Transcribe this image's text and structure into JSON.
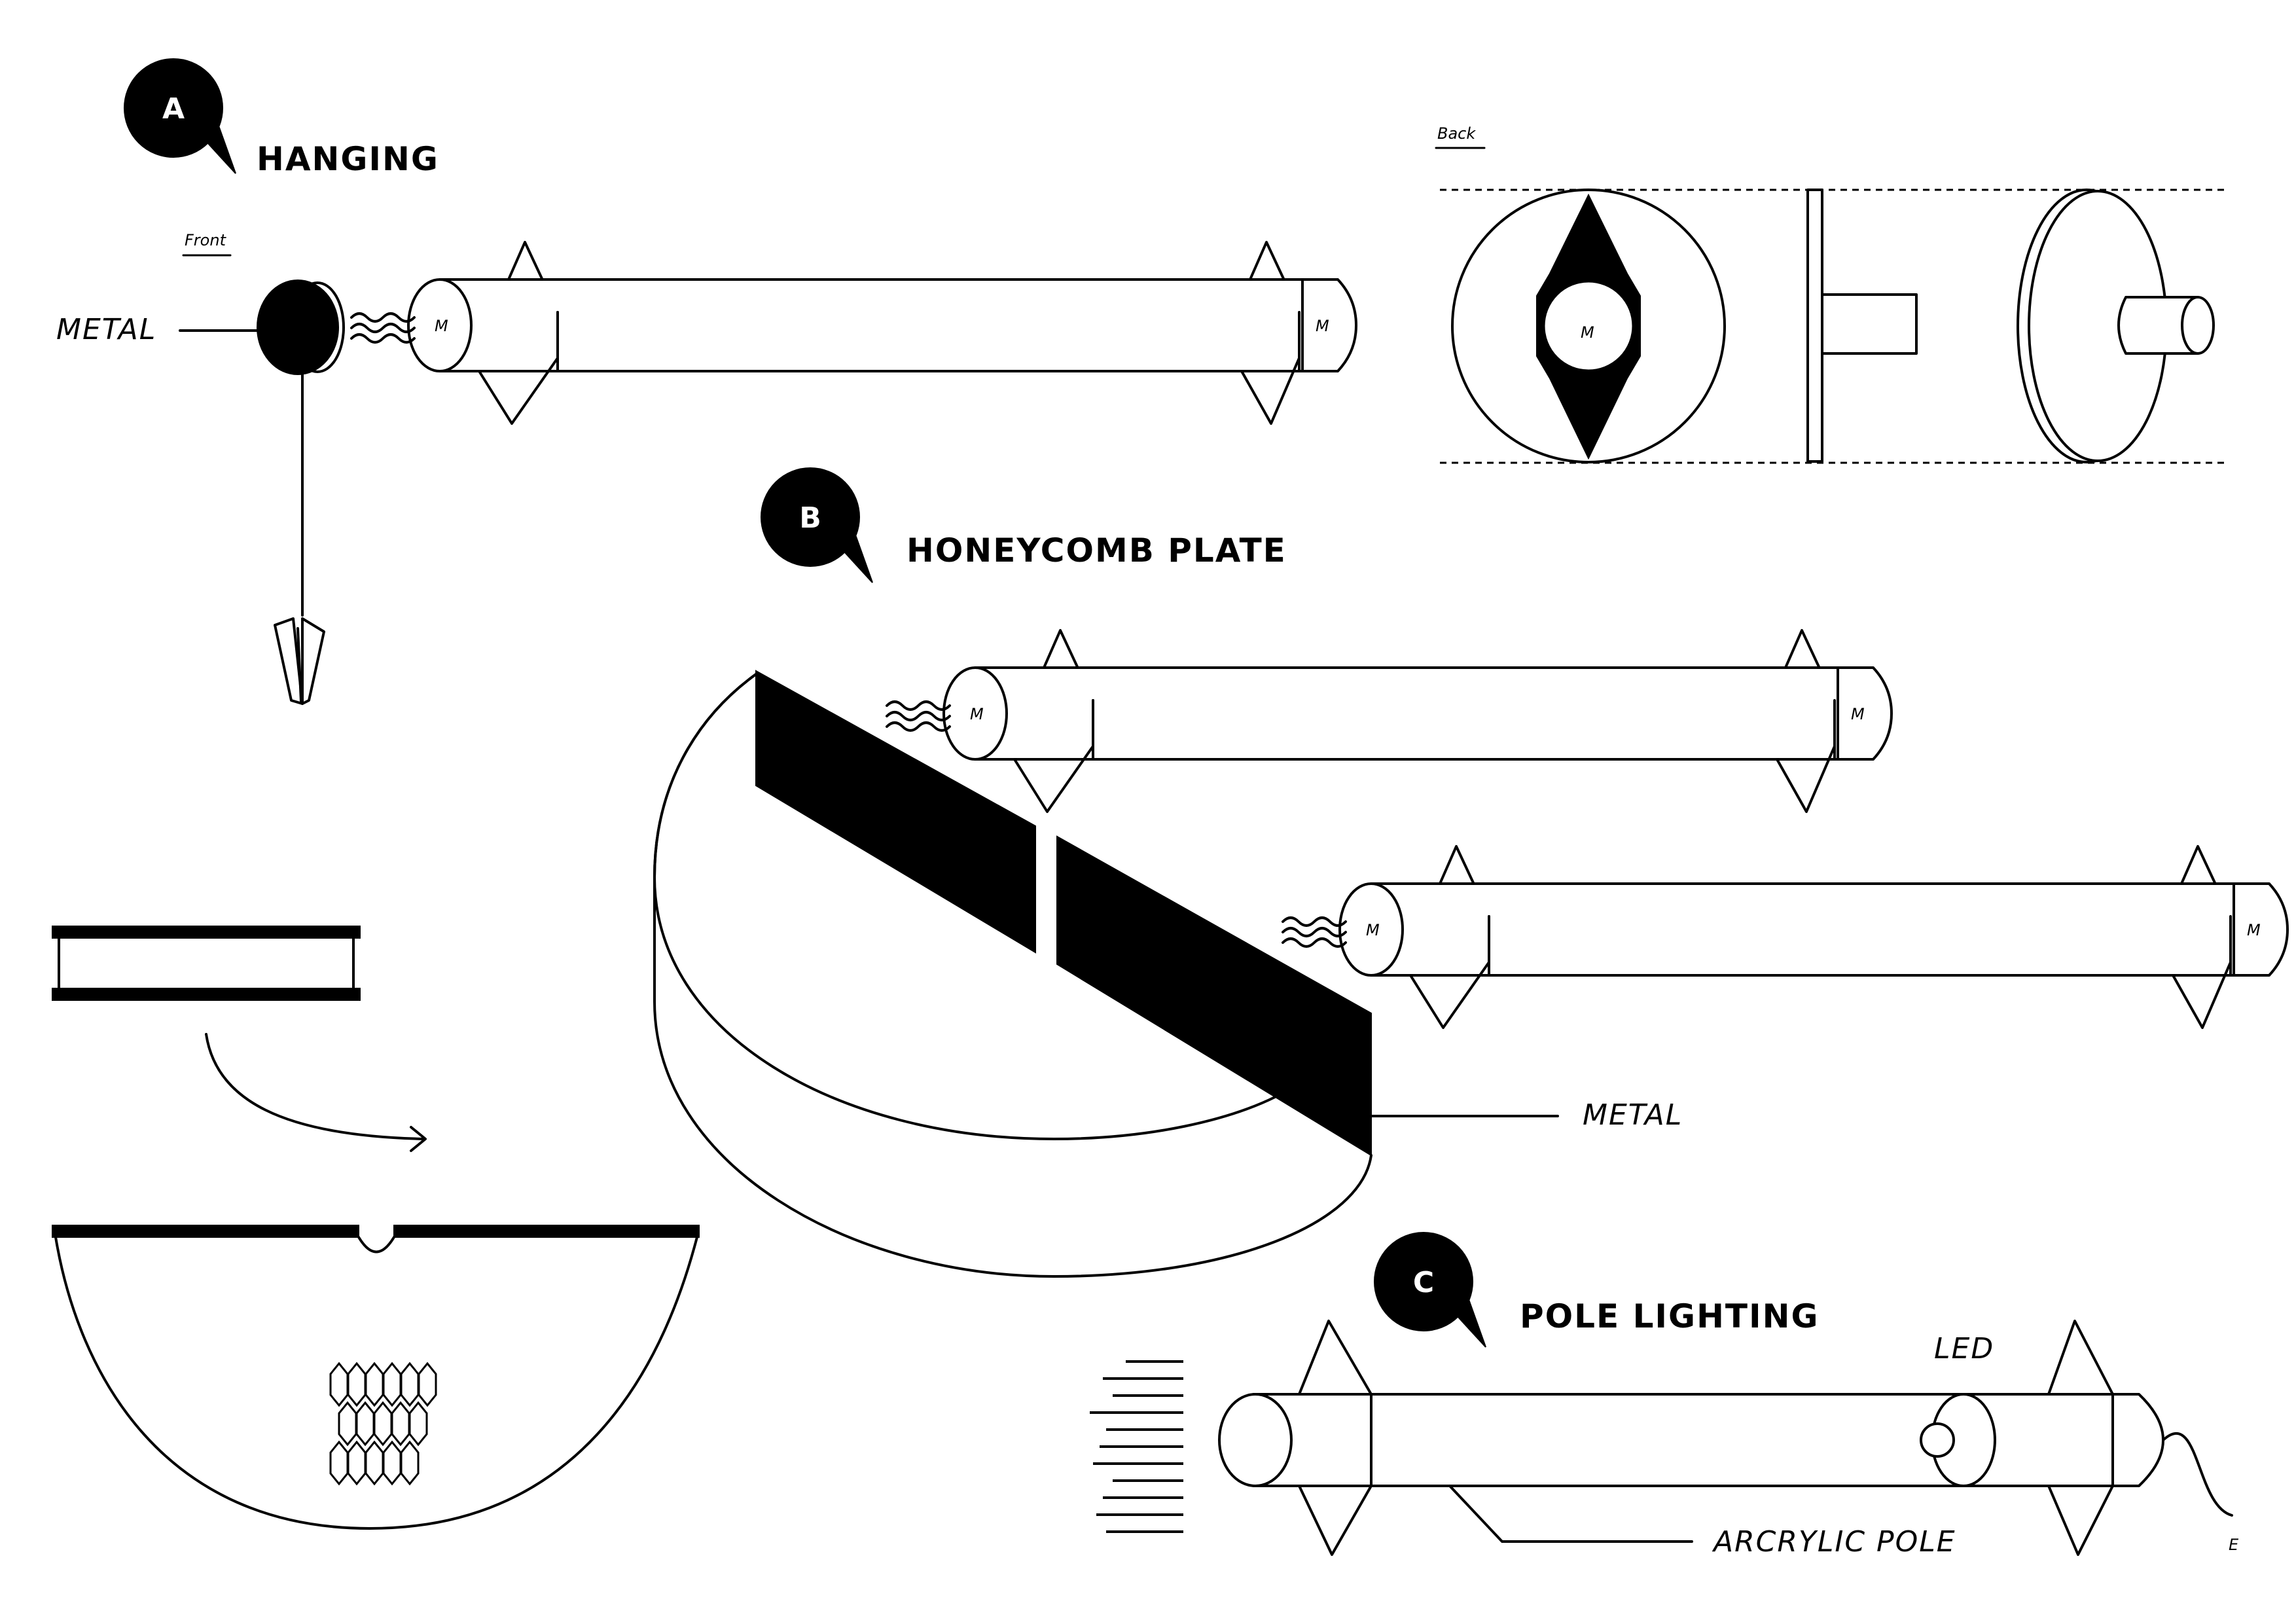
{
  "sections": {
    "a": {
      "badge": "A",
      "title": "HANGING",
      "front_label": "Front",
      "back_label": "Back",
      "metal_label": "METAL"
    },
    "b": {
      "badge": "B",
      "title": "HONEYCOMB PLATE",
      "metal_label": "METAL"
    },
    "c": {
      "badge": "C",
      "title": "POLE LIGHTING",
      "led_label": "LED",
      "pole_label": "ARCRYLIC POLE",
      "e_label": "E"
    }
  },
  "marks": {
    "magnet": "M"
  },
  "icons": {
    "badge": "speech-bubble-icon",
    "clip": "clip-icon",
    "arrow": "curved-arrow-icon"
  },
  "colors": {
    "ink": "#000000",
    "paper": "#ffffff"
  }
}
